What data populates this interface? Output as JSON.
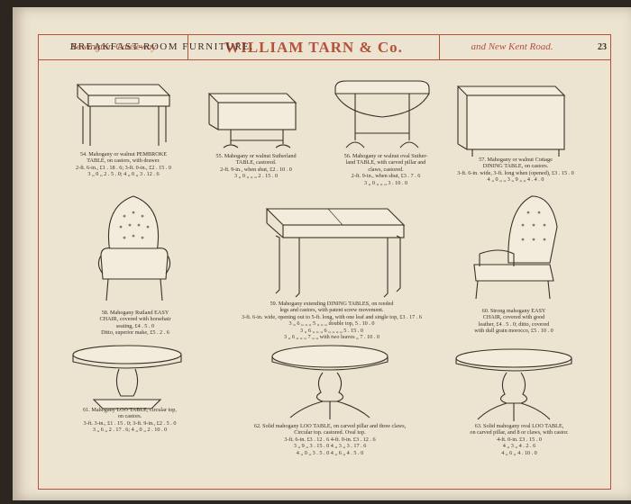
{
  "header": {
    "left": "Newington Causeway",
    "center": "WILLIAM TARN & Co.",
    "right": "and New Kent Road.",
    "page_number": "23"
  },
  "section_title": "BREAKFAST-ROOM FURNITURE.",
  "items": {
    "i54": {
      "lines": [
        "54. Mahogany or walnut PEMBROKE",
        "TABLE, on castors, with drawer.",
        "2-ft. 6-in., £1 . 18 . 6;  3-ft. 0-in., £2 . 15 . 0",
        "3 „ 0 „    2 . 5 . 0;  4 „ 0 „    3 . 12 . 6"
      ]
    },
    "i55": {
      "lines": [
        "55. Mahogany or walnut Sutherland",
        "TABLE, castored.",
        "2-ft. 9-in., when shut, £2 . 10 . 0",
        "3 „ 0 „    „    „     2 . 15 . 0"
      ]
    },
    "i56": {
      "lines": [
        "56. Mahogany or walnut oval Suther-",
        "land TABLE, with carved pillar and",
        "claws, castored.",
        "2-ft. 9-in., when shut, £3 . 7 . 6",
        "3 „ 0 „    „    „     3 . 10 . 0"
      ]
    },
    "i57": {
      "lines": [
        "57. Mahogany or walnut Cottage",
        "DINING TABLE, on castors.",
        "3-ft. 6-in. wide, 3-ft. long when (opened), £3 . 15 . 0",
        "4 „ 0 „    „    3 „ 9 „    „       4 . 4 . 0"
      ]
    },
    "i58": {
      "lines": [
        "58. Mahogany Rutland EASY",
        "CHAIR, covered with horsehair",
        "seating, £4 . 5 . 0",
        "Ditto, superior make, £5 . 2 . 6"
      ]
    },
    "i59": {
      "lines": [
        "59. Mahogany extending DINING TABLES, on reeded",
        "legs and castors, with patent screw movement.",
        "3-ft. 6-in. wide, opening out to 5-ft. long, with one leaf and single top, £3 . 17 . 6",
        "3 „ 6 „    „    „    5 „    „    „    double top,  5 . 10 . 0",
        "3 „ 6 „    „    „    6 „    „    „    „         5 . 15 . 0",
        "3 „ 6 „    „    „    7 „    „    with two leaves    „    7 . 10 . 0"
      ]
    },
    "i60": {
      "lines": [
        "60. Strong mahogany EASY",
        "CHAIR, covered with good",
        "leather, £4 . 5 . 0; ditto, covered",
        "with dull grain morocco, £5 . 10 . 0"
      ]
    },
    "i61": {
      "lines": [
        "61. Mahogany LOO TABLE, circular top,",
        "on castors.",
        "3-ft. 3-in., £1 . 15 . 0;  3-ft. 9-in., £2 . 5 . 0",
        "3 „ 6 „    2 . 17 . 6;  4 „ 0 „    2 . 10 . 0"
      ]
    },
    "i62": {
      "lines": [
        "62. Solid mahogany LOO TABLE, on carved pillar and three claws,",
        "Circular top.   castored.      Oval top.",
        "3-ft. 6-in. £3 . 12 . 6        4-ft. 0-in. £3 . 12 . 6",
        "3 „ 9 „    3 . 15 . 0          4 „ 3 „    3 . 17 . 6",
        "4 „ 0 „    3 . 5 . 0           4 „ 6 „    4 . 5 . 0"
      ]
    },
    "i63": {
      "lines": [
        "63. Solid mahogany oval LOO TABLE,",
        "on carved pillar, and 8 or claws, with castor.",
        "4-ft. 0-in. £3 . 15 . 0",
        "4 „ 3 „    4 . 2 . 6",
        "4 „ 6 „    4 . 10 . 0"
      ]
    }
  }
}
